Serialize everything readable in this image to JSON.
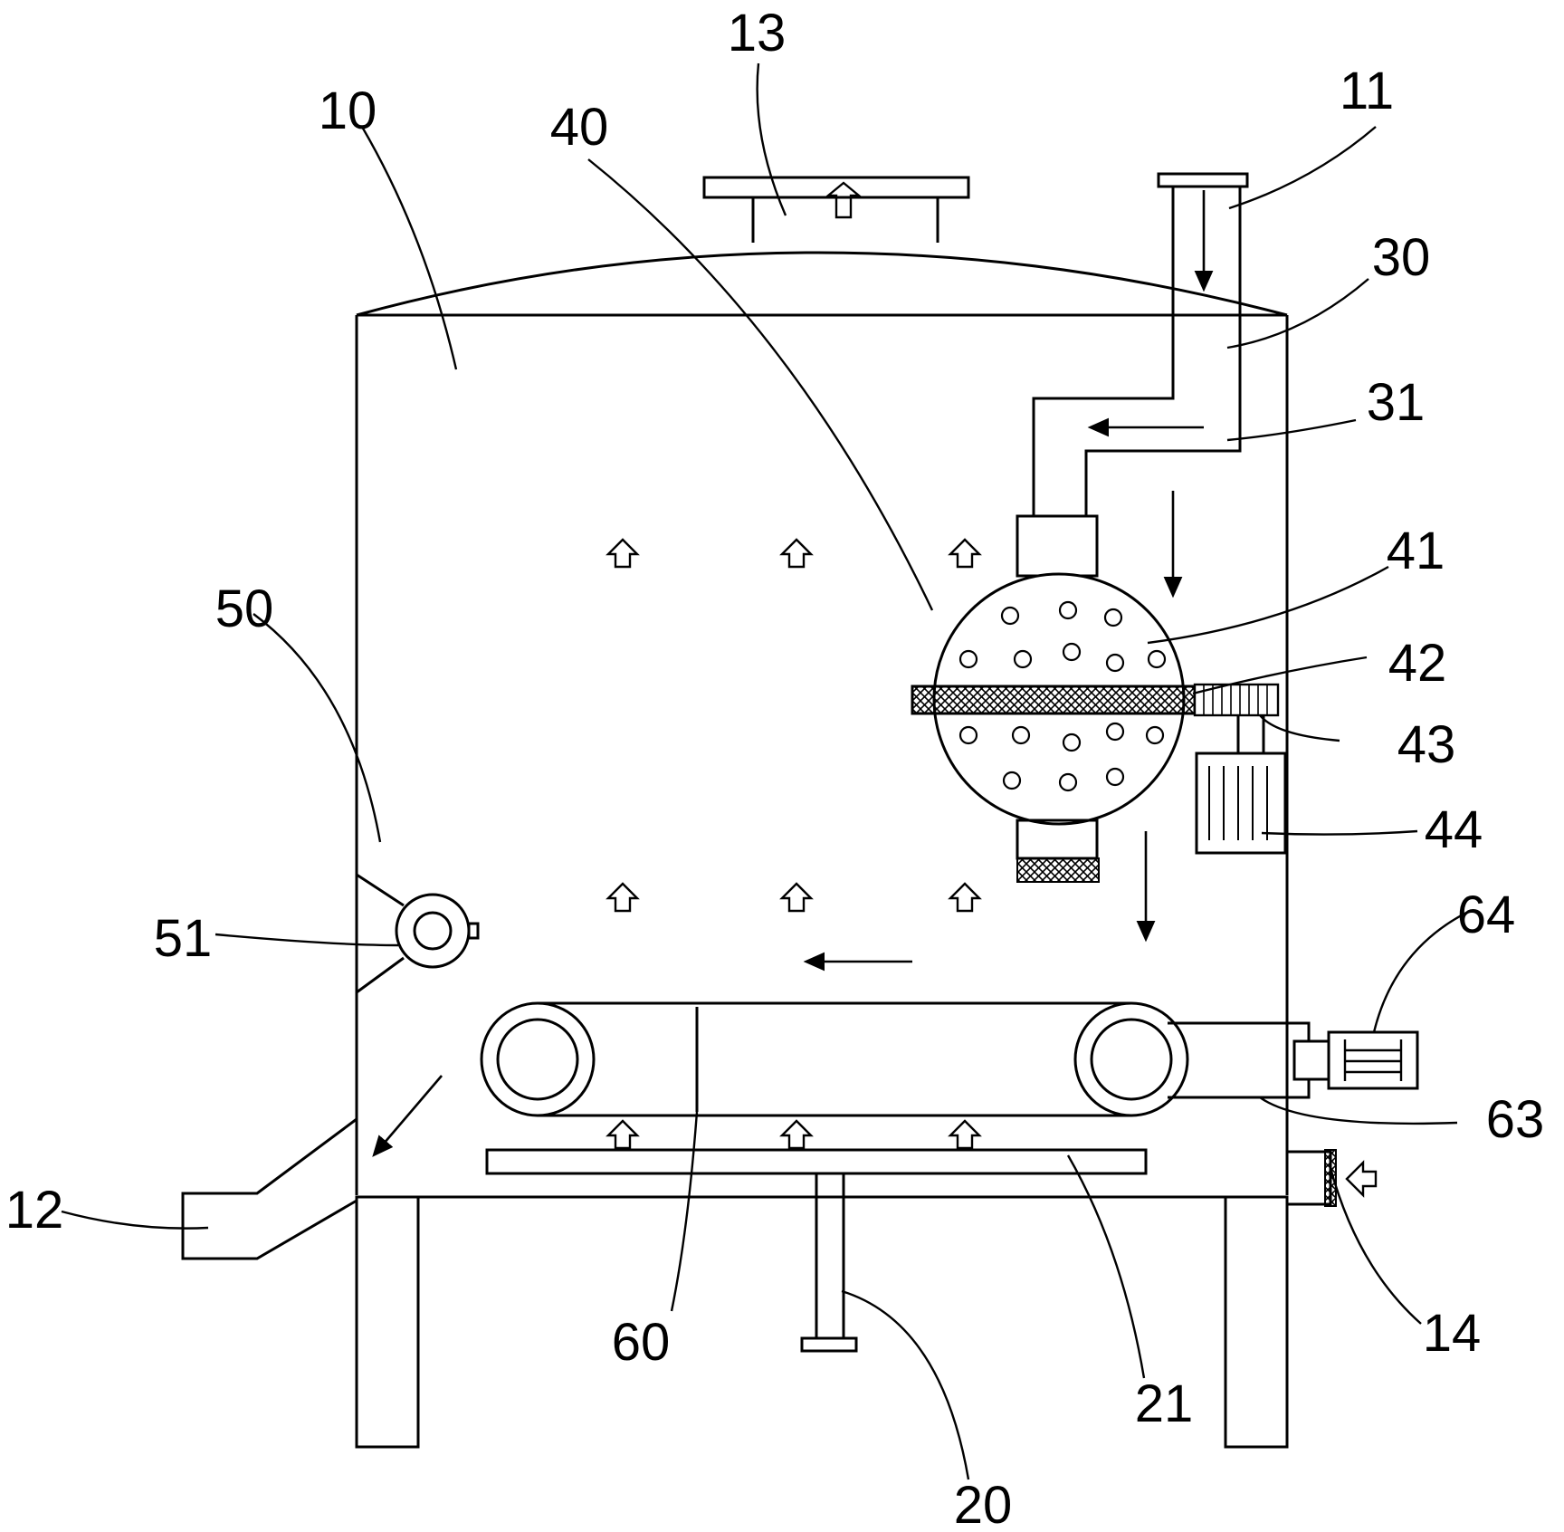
{
  "figure": {
    "labels": {
      "l10": "10",
      "l11": "11",
      "l12": "12",
      "l13": "13",
      "l14": "14",
      "l20": "20",
      "l21": "21",
      "l30": "30",
      "l31": "31",
      "l40": "40",
      "l41": "41",
      "l42": "42",
      "l43": "43",
      "l44": "44",
      "l50": "50",
      "l51": "51",
      "l60": "60",
      "l63": "63",
      "l64": "64"
    }
  }
}
